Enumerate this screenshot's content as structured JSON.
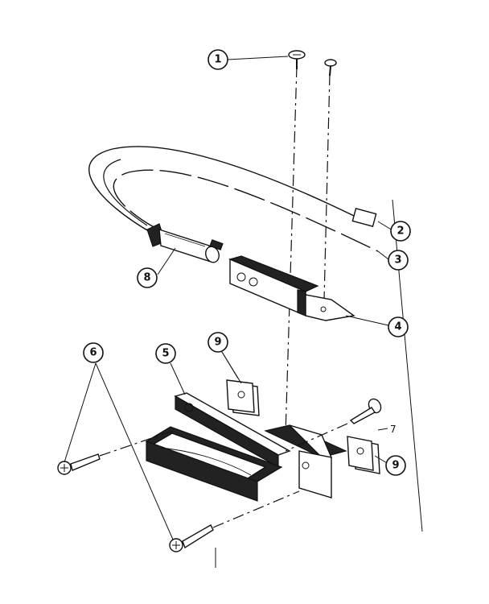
{
  "callouts": {
    "c1": "1",
    "c2": "2",
    "c3": "3",
    "c4": "4",
    "c5": "5",
    "c6": "6",
    "c7": "7",
    "c8": "8",
    "c9a": "9",
    "c9b": "9"
  },
  "colors": {
    "ink": "#111111",
    "paper": "#ffffff"
  }
}
